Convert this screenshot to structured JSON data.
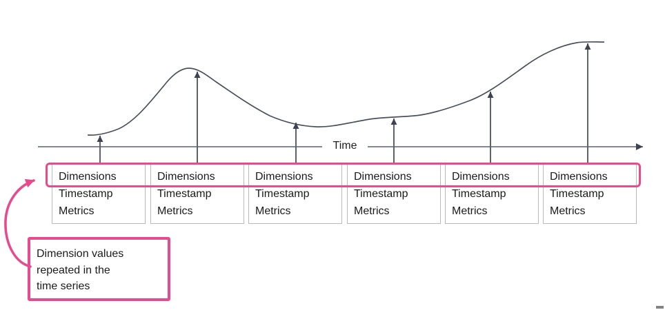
{
  "axis": {
    "label": "Time"
  },
  "records": [
    {
      "dimensions": "Dimensions",
      "timestamp": "Timestamp",
      "metrics": "Metrics"
    },
    {
      "dimensions": "Dimensions",
      "timestamp": "Timestamp",
      "metrics": "Metrics"
    },
    {
      "dimensions": "Dimensions",
      "timestamp": "Timestamp",
      "metrics": "Metrics"
    },
    {
      "dimensions": "Dimensions",
      "timestamp": "Timestamp",
      "metrics": "Metrics"
    },
    {
      "dimensions": "Dimensions",
      "timestamp": "Timestamp",
      "metrics": "Metrics"
    },
    {
      "dimensions": "Dimensions",
      "timestamp": "Timestamp",
      "metrics": "Metrics"
    }
  ],
  "callout": {
    "lines": [
      "Dimension values",
      "repeated in the",
      "time series"
    ]
  },
  "colors": {
    "accent_pink": "#e64c8d",
    "curve_stroke": "#4a505b",
    "axis_stroke": "#83878f",
    "arrow_shaft": "#5d6269",
    "arrow_head": "#3d4350",
    "box_border": "#b8babe",
    "text": "#1a1a1a"
  }
}
